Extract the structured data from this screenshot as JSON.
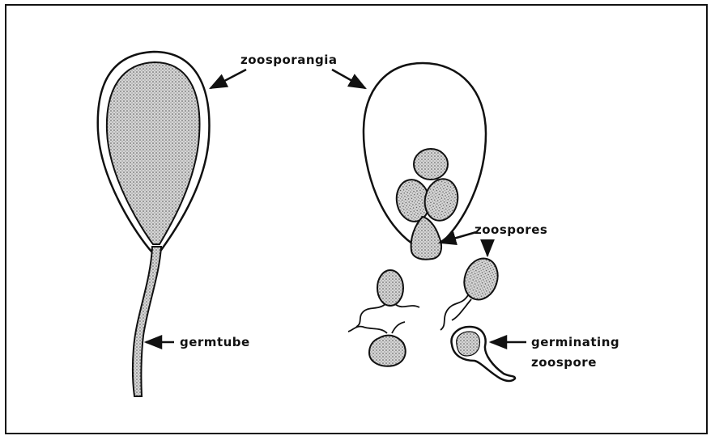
{
  "labels": {
    "zoosporangia": "zoosporangia",
    "zoospores": "zoospores",
    "germtube": "germtube",
    "germinating_line1": "germinating",
    "germinating_line2": "zoospore"
  },
  "colors": {
    "ink": "#111111",
    "stipple": "#c8c8c8",
    "paper": "#ffffff"
  }
}
